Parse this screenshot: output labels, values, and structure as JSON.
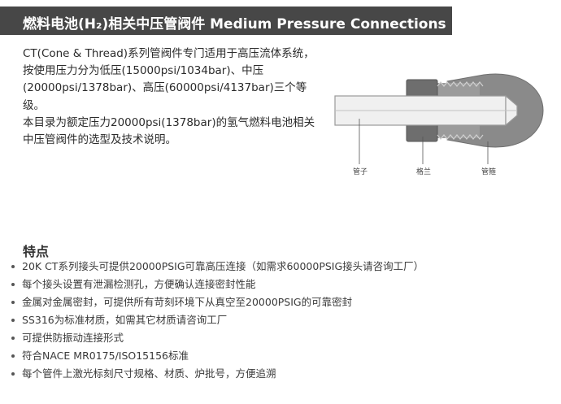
{
  "header": {
    "title": "燃料电池(H₂)相关中压管阀件 Medium Pressure Connections"
  },
  "intro": {
    "paragraph1": "CT(Cone & Thread)系列管阀件专门适用于高压流体系统，按使用压力分为低压(15000psi/1034bar)、中压(20000psi/1378bar)、高压(60000psi/4137bar)三个等级。",
    "paragraph2": "本目录为额定压力20000psi(1378bar)的氢气燃料电池相关中压管阀件的选型及技术说明。"
  },
  "diagram": {
    "labels": {
      "tube": "管子",
      "collar": "格兰",
      "fitting": "管箍"
    },
    "colors": {
      "body": "#8a8a8a",
      "gland": "#6e6e6e",
      "tube": "#f0f0f0",
      "tube_edge": "#9a9a9a"
    }
  },
  "features": {
    "heading": "特点",
    "items": [
      "20K CT系列接头可提供20000PSIG可靠高压连接（如需求60000PSIG接头请咨询工厂）",
      "每个接头设置有泄漏检测孔，方便确认连接密封性能",
      "金属对金属密封，可提供所有苛刻环境下从真空至20000PSIG的可靠密封",
      "SS316为标准材质，如需其它材质请咨询工厂",
      "可提供防振动连接形式",
      "符合NACE MR0175/ISO15156标准",
      "每个管件上激光标刻尺寸规格、材质、炉批号，方便追溯"
    ]
  }
}
